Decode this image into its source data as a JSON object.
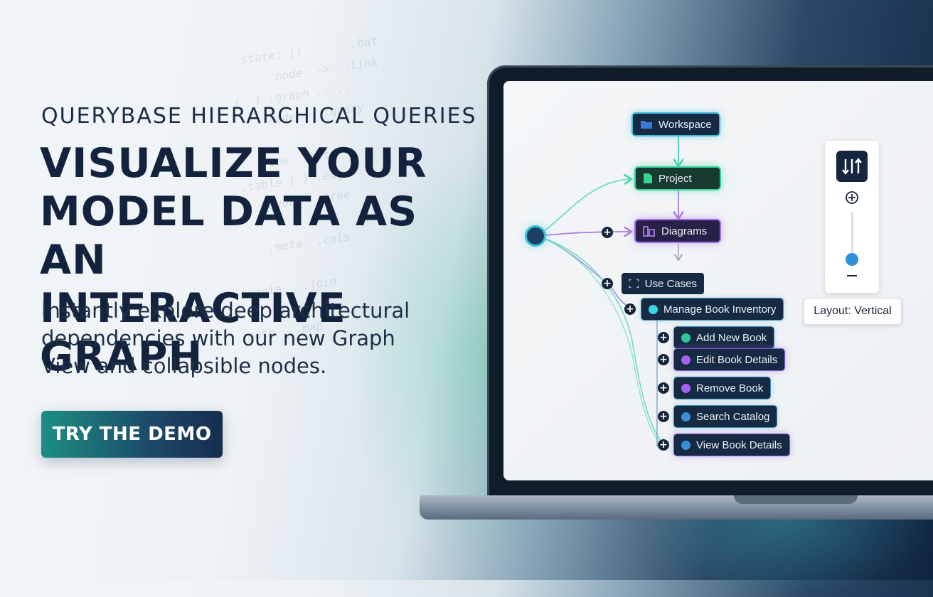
{
  "hero": {
    "eyebrow": "QUERYBASE HIERARCHICAL QUERIES",
    "headline_lines": [
      "VISUALIZE YOUR",
      "MODEL DATA AS AN",
      "INTERACTIVE GRAPH"
    ],
    "subtitle": "Instantly explore deep architectural dependencies with our new Graph View and collapsible nodes.",
    "cta_label": "TRY THE DEMO"
  },
  "graph": {
    "nodes": [
      {
        "id": "workspace",
        "label": "Workspace",
        "icon": "folder-icon",
        "icon_color": "#3a7bd5"
      },
      {
        "id": "project",
        "label": "Project",
        "icon": "document-icon",
        "icon_color": "#34d58f"
      },
      {
        "id": "diagrams",
        "label": "Diagrams",
        "icon": "diagram-icon",
        "icon_color": "#b787f5"
      },
      {
        "id": "use-cases",
        "label": "Use Cases",
        "icon": "use-case-icon",
        "icon_color": "#9fb0c2"
      },
      {
        "id": "manage-book-inventory",
        "label": "Manage Book Inventory",
        "dot_color": "#35d7e0"
      },
      {
        "id": "add-new-book",
        "label": "Add New Book",
        "dot_color": "#2ec79a"
      },
      {
        "id": "edit-book-details",
        "label": "Edit Book Details",
        "dot_color": "#a95ff0"
      },
      {
        "id": "remove-book",
        "label": "Remove Book",
        "dot_color": "#a95ff0"
      },
      {
        "id": "search-catalog",
        "label": "Search Catalog",
        "dot_color": "#3a8ed8"
      },
      {
        "id": "view-book-details",
        "label": "View Book Details",
        "dot_color": "#3a8ed8"
      }
    ]
  },
  "controls": {
    "layout_toggle_icon": "vertical-layout-icon",
    "zoom_level": 0.2,
    "layout_label": "Layout: Vertical"
  },
  "colors": {
    "accent_teal": "#2fd39a",
    "accent_purple": "#a16af0",
    "accent_blue": "#3fb9d8",
    "node_bg": "#162a43",
    "cta_gradient_start": "#1d8f82",
    "cta_gradient_end": "#162d4e"
  }
}
